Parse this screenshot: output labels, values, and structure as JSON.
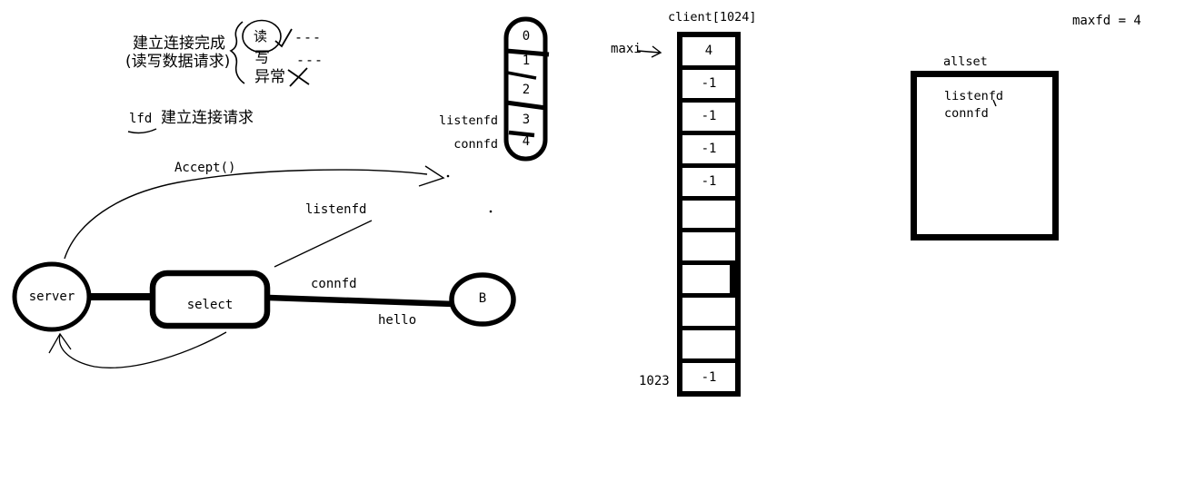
{
  "colors": {
    "ink": "#000000",
    "paper": "#ffffff"
  },
  "notes": {
    "connect_done_line1": "建立连接完成",
    "connect_done_line2": "(读写数据请求)",
    "event_read": "读",
    "event_write": "写",
    "event_exception": "异常",
    "read_dashes": "---",
    "write_dashes": "---",
    "lfd_abbr": "lfd",
    "lfd_text": "建立连接请求",
    "accept_call": "Accept()",
    "listenfd_label": "listenfd",
    "connfd_label": "connfd",
    "hello_text": "hello",
    "maxfd_text": "maxfd = 4"
  },
  "nodes": {
    "server_label": "server",
    "select_label": "select",
    "client_b_label": "B"
  },
  "fd_table": {
    "cells": [
      "0",
      "1",
      "2",
      "3",
      "4"
    ],
    "listenfd_label": "listenfd",
    "connfd_label": "connfd"
  },
  "client_array": {
    "title": "client[1024]",
    "maxi_label": "maxi",
    "last_index_label": "1023",
    "cells": [
      "4",
      "-1",
      "-1",
      "-1",
      "-1",
      "",
      "",
      "",
      "",
      "",
      "-1"
    ]
  },
  "allset_box": {
    "title": "allset",
    "items": [
      "listenfd",
      "connfd"
    ]
  }
}
